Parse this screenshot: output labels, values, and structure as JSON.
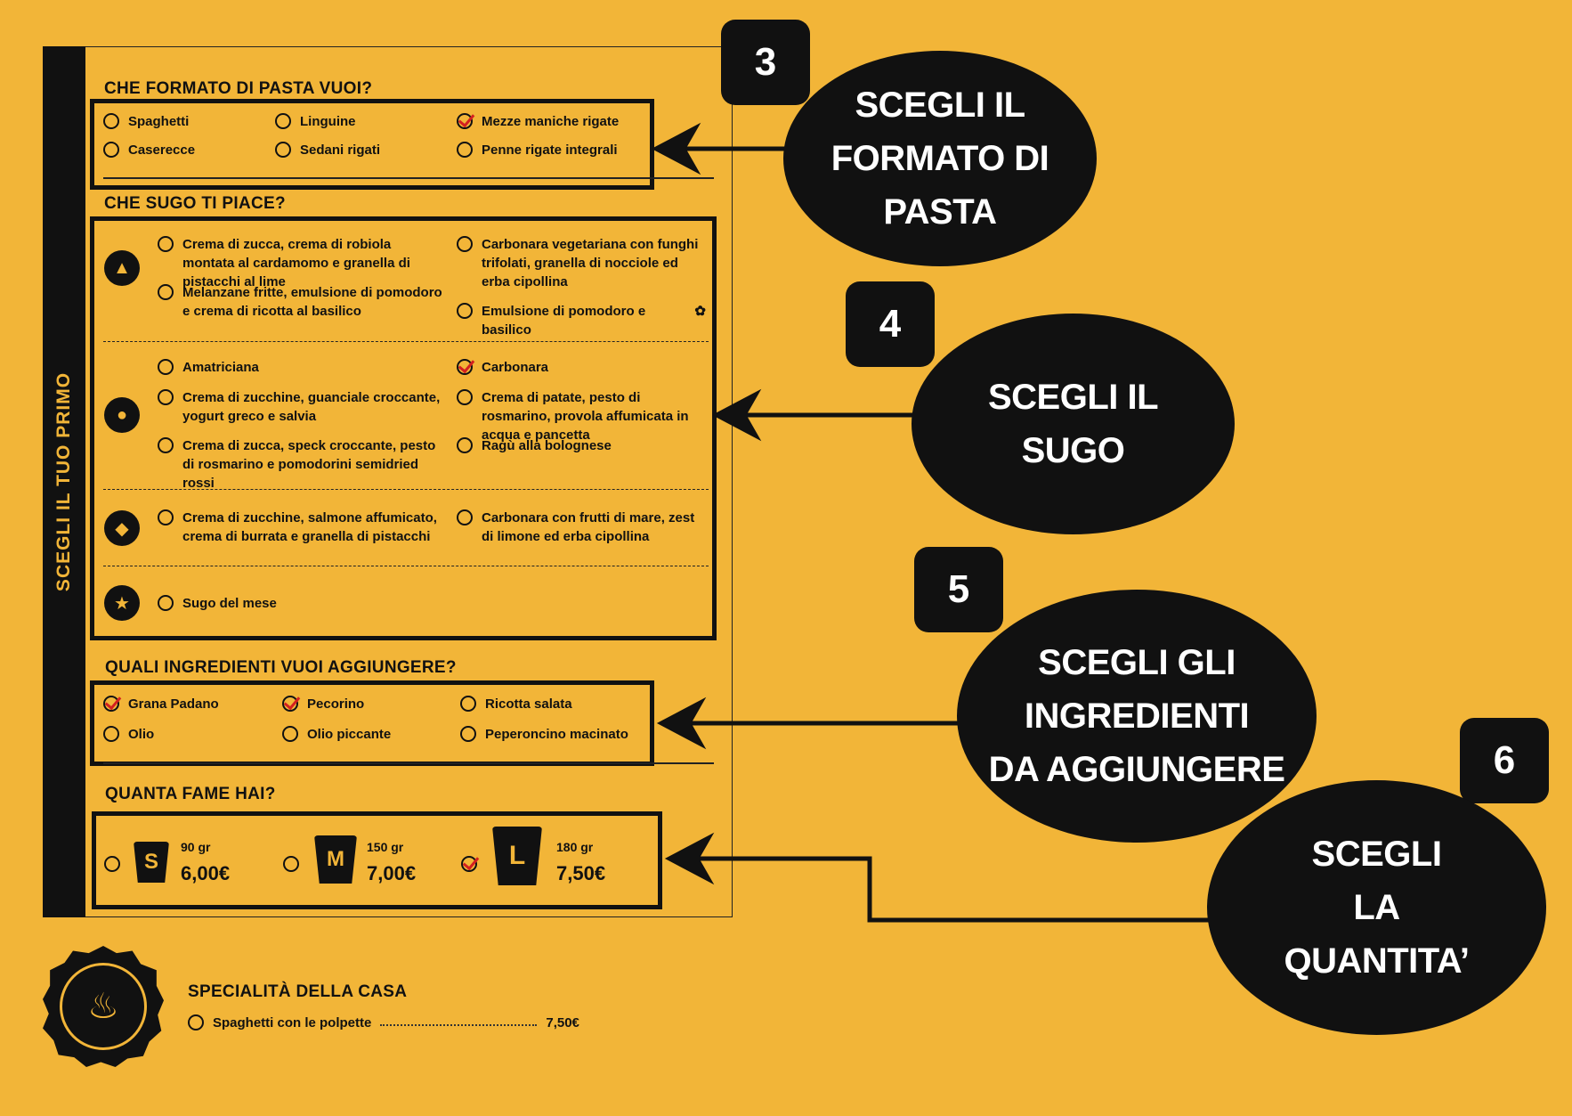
{
  "side_label": "SCEGLI IL TUO PRIMO",
  "pasta": {
    "title": "CHE FORMATO DI PASTA VUOI?",
    "options": [
      {
        "label": "Spaghetti",
        "checked": false
      },
      {
        "label": "Linguine",
        "checked": false
      },
      {
        "label": "Mezze maniche rigate",
        "checked": true
      },
      {
        "label": "Caserecce",
        "checked": false
      },
      {
        "label": "Sedani rigati",
        "checked": false
      },
      {
        "label": "Penne rigate integrali",
        "checked": false
      }
    ]
  },
  "sugo": {
    "title": "CHE SUGO TI PIACE?",
    "veg": [
      {
        "label": "Crema di zucca, crema di robiola montata al cardamomo e granella di pistacchi al lime",
        "checked": false
      },
      {
        "label": "Carbonara vegetariana con funghi trifolati, granella di nocciole ed erba cipollina",
        "checked": false
      },
      {
        "label": "Melanzane fritte, emulsione di pomodoro e crema di ricotta al basilico",
        "checked": false
      },
      {
        "label": "Emulsione di pomodoro e basilico",
        "checked": false
      }
    ],
    "meat": [
      {
        "label": "Amatriciana",
        "checked": false
      },
      {
        "label": "Carbonara",
        "checked": true
      },
      {
        "label": "Crema di zucchine, guanciale croccante, yogurt greco e salvia",
        "checked": false
      },
      {
        "label": "Crema di patate, pesto di rosmarino, provola affumicata in acqua e pancetta",
        "checked": false
      },
      {
        "label": "Crema di zucca, speck croccante, pesto di rosmarino e pomodorini semidried rossi",
        "checked": false
      },
      {
        "label": "Ragù alla bolognese",
        "checked": false
      }
    ],
    "fish": [
      {
        "label": "Crema di zucchine, salmone affumicato, crema di burrata e granella di pistacchi",
        "checked": false
      },
      {
        "label": "Carbonara con frutti di mare, zest di limone ed erba cipollina",
        "checked": false
      }
    ],
    "special": [
      {
        "label": "Sugo del mese",
        "checked": false
      }
    ]
  },
  "ingredienti": {
    "title": "QUALI INGREDIENTI VUOI AGGIUNGERE?",
    "options": [
      {
        "label": "Grana Padano",
        "checked": true
      },
      {
        "label": "Pecorino",
        "checked": true
      },
      {
        "label": "Ricotta salata",
        "checked": false
      },
      {
        "label": "Olio",
        "checked": false
      },
      {
        "label": "Olio piccante",
        "checked": false
      },
      {
        "label": "Peperoncino macinato",
        "checked": false
      }
    ]
  },
  "fame": {
    "title": "QUANTA FAME HAI?",
    "sizes": [
      {
        "letter": "S",
        "grams": "90 gr",
        "price": "6,00€",
        "checked": false
      },
      {
        "letter": "M",
        "grams": "150 gr",
        "price": "7,00€",
        "checked": false
      },
      {
        "letter": "L",
        "grams": "180 gr",
        "price": "7,50€",
        "checked": true
      }
    ]
  },
  "specialita": {
    "title": "SPECIALITÀ DELLA CASA",
    "item": "Spaghetti con le polpette",
    "price": "7,50€"
  },
  "callouts": [
    {
      "number": "3",
      "text": "SCEGLI IL\nFORMATO DI\nPASTA"
    },
    {
      "number": "4",
      "text": "SCEGLI IL\nSUGO"
    },
    {
      "number": "5",
      "text": "SCEGLI GLI\nINGREDIENTI\nDA AGGIUNGERE"
    },
    {
      "number": "6",
      "text": "SCEGLI\nLA\nQUANTITA’"
    }
  ],
  "colors": {
    "background": "#F2B538",
    "ink": "#111111",
    "check": "#D32020"
  }
}
